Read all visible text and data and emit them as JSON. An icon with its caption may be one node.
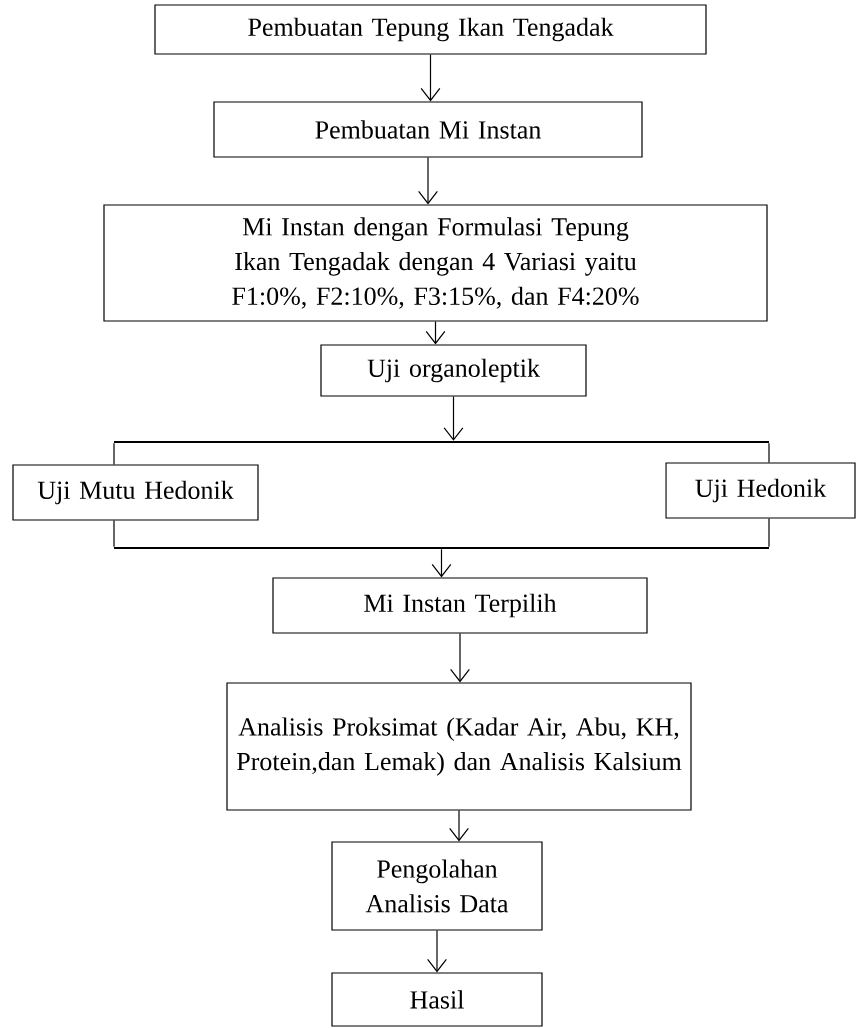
{
  "diagram": {
    "nodes": [
      {
        "text": [
          "Pembuatan Tepung Ikan Tengadak"
        ]
      },
      {
        "text": [
          "Pembuatan Mi Instan"
        ]
      },
      {
        "text": [
          "Mi Instan dengan Formulasi Tepung Ikan Tengadak dengan 4 Variasi yaitu F1:0%, F2:10%, F3:15%, dan F4:20%"
        ]
      },
      {
        "text": [
          "Uji organoleptik"
        ]
      },
      {
        "text": [],
        "shape": "bar"
      },
      {
        "text": [
          "Uji Mutu Hedonik"
        ]
      },
      {
        "text": [
          "Uji Hedonik"
        ]
      },
      {
        "text": [],
        "shape": "bar"
      },
      {
        "text": [
          "Mi Instan Terpilih"
        ]
      },
      {
        "text": [
          "Analisis Proksimat (Kadar Air, Abu, KH, Protein,dan Lemak) dan Analisis Kalsium"
        ]
      },
      {
        "text": [
          "Pengolahan Analisis Data"
        ]
      },
      {
        "text": [
          "Hasil"
        ]
      }
    ],
    "edges": [
      {
        "from": 0,
        "to": 1,
        "arrow": "to"
      },
      {
        "from": 1,
        "to": 2,
        "arrow": "to"
      },
      {
        "from": 2,
        "to": 3,
        "arrow": "to"
      },
      {
        "from": 3,
        "to": 4,
        "arrow": "to"
      },
      {
        "from": 4,
        "to": 5,
        "arrow": "none"
      },
      {
        "from": 4,
        "to": 6,
        "arrow": "none"
      },
      {
        "from": 5,
        "to": 7,
        "arrow": "none"
      },
      {
        "from": 6,
        "to": 7,
        "arrow": "none"
      },
      {
        "from": 7,
        "to": 8,
        "arrow": "to"
      },
      {
        "from": 8,
        "to": 9,
        "arrow": "to"
      },
      {
        "from": 9,
        "to": 10,
        "arrow": "to"
      },
      {
        "from": 10,
        "to": 11,
        "arrow": "to"
      }
    ]
  }
}
